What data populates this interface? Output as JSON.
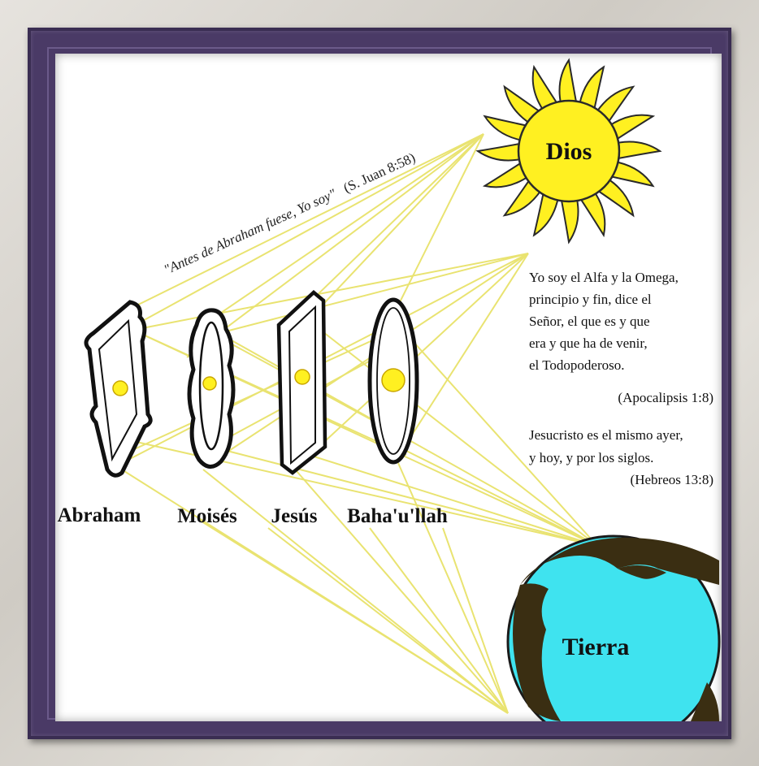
{
  "sun": {
    "label": "Dios"
  },
  "earth": {
    "label": "Tierra"
  },
  "quote": {
    "text": "\"Antes de Abraham fuese, Yo soy\"",
    "reference": "(S. Juan 8:58)"
  },
  "messengers": [
    {
      "name": "Abraham",
      "frame": "mirror-ornate"
    },
    {
      "name": "Moisés",
      "frame": "mirror-wavy-oval"
    },
    {
      "name": "Jesús",
      "frame": "mirror-rectangle"
    },
    {
      "name": "Baha'u'llah",
      "frame": "mirror-oval"
    }
  ],
  "verse1": {
    "lines": [
      "Yo soy el Alfa y la Omega,",
      "principio y fin, dice el",
      "Señor, el que es y que",
      "era y que ha de venir,",
      "el Todopoderoso."
    ],
    "reference": "(Apocalipsis 1:8)"
  },
  "verse2": {
    "lines": [
      "Jesucristo es el mismo ayer,",
      "y hoy, y por los siglos."
    ],
    "reference": "(Hebreos 13:8)"
  },
  "colors": {
    "frame": "#4a3a66",
    "ray": "#e8e26a",
    "sun": "#fff021",
    "ocean": "#3fe3ef",
    "land": "#3a2e12"
  }
}
